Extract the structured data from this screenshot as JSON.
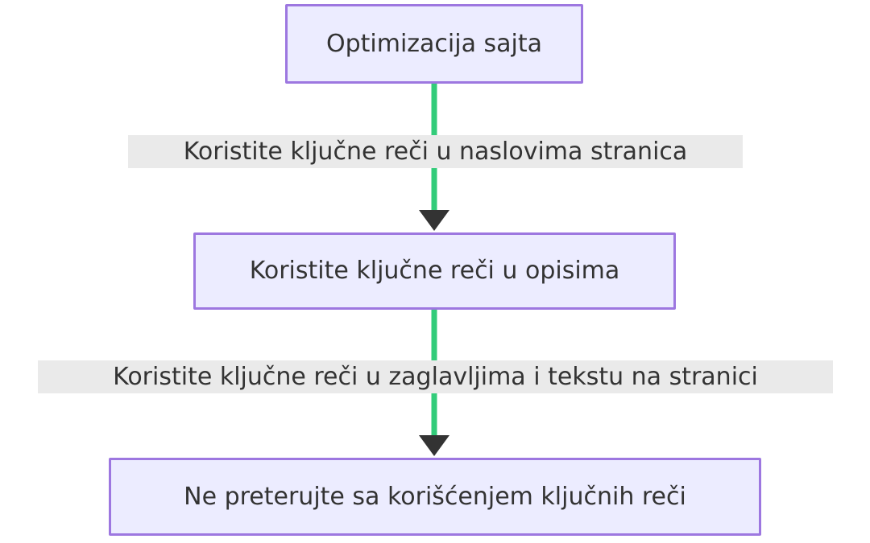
{
  "diagram": {
    "type": "flowchart",
    "direction": "top-down",
    "title_node": "Optimizacija sajta",
    "colors": {
      "node_fill": "#ECECFF",
      "node_border": "#9D77E0",
      "node_text": "#333333",
      "edge_line": "#33cc7a",
      "arrow_head": "#333333",
      "edge_label_background": "#EAEAEA",
      "canvas_background": "#FFFFFF"
    },
    "nodes": [
      {
        "id": "optimizacija-sajta",
        "label": "Optimizacija sajta"
      },
      {
        "id": "kljucne-reci-opisima",
        "label": "Koristite ključne reči u opisima"
      },
      {
        "id": "ne-preterujte",
        "label": "Ne preterujte sa korišćenjem ključnih reči"
      }
    ],
    "edges": [
      {
        "id": "edge-naslovima",
        "from": "optimizacija-sajta",
        "to": "kljucne-reci-opisima",
        "label": "Koristite ključne reči u naslovima stranica",
        "arrow": "filled-triangle"
      },
      {
        "id": "edge-zaglavljima",
        "from": "kljucne-reci-opisima",
        "to": "ne-preterujte",
        "label": "Koristite ključne reči u zaglavljima i tekstu na stranici",
        "arrow": "filled-triangle"
      }
    ]
  }
}
